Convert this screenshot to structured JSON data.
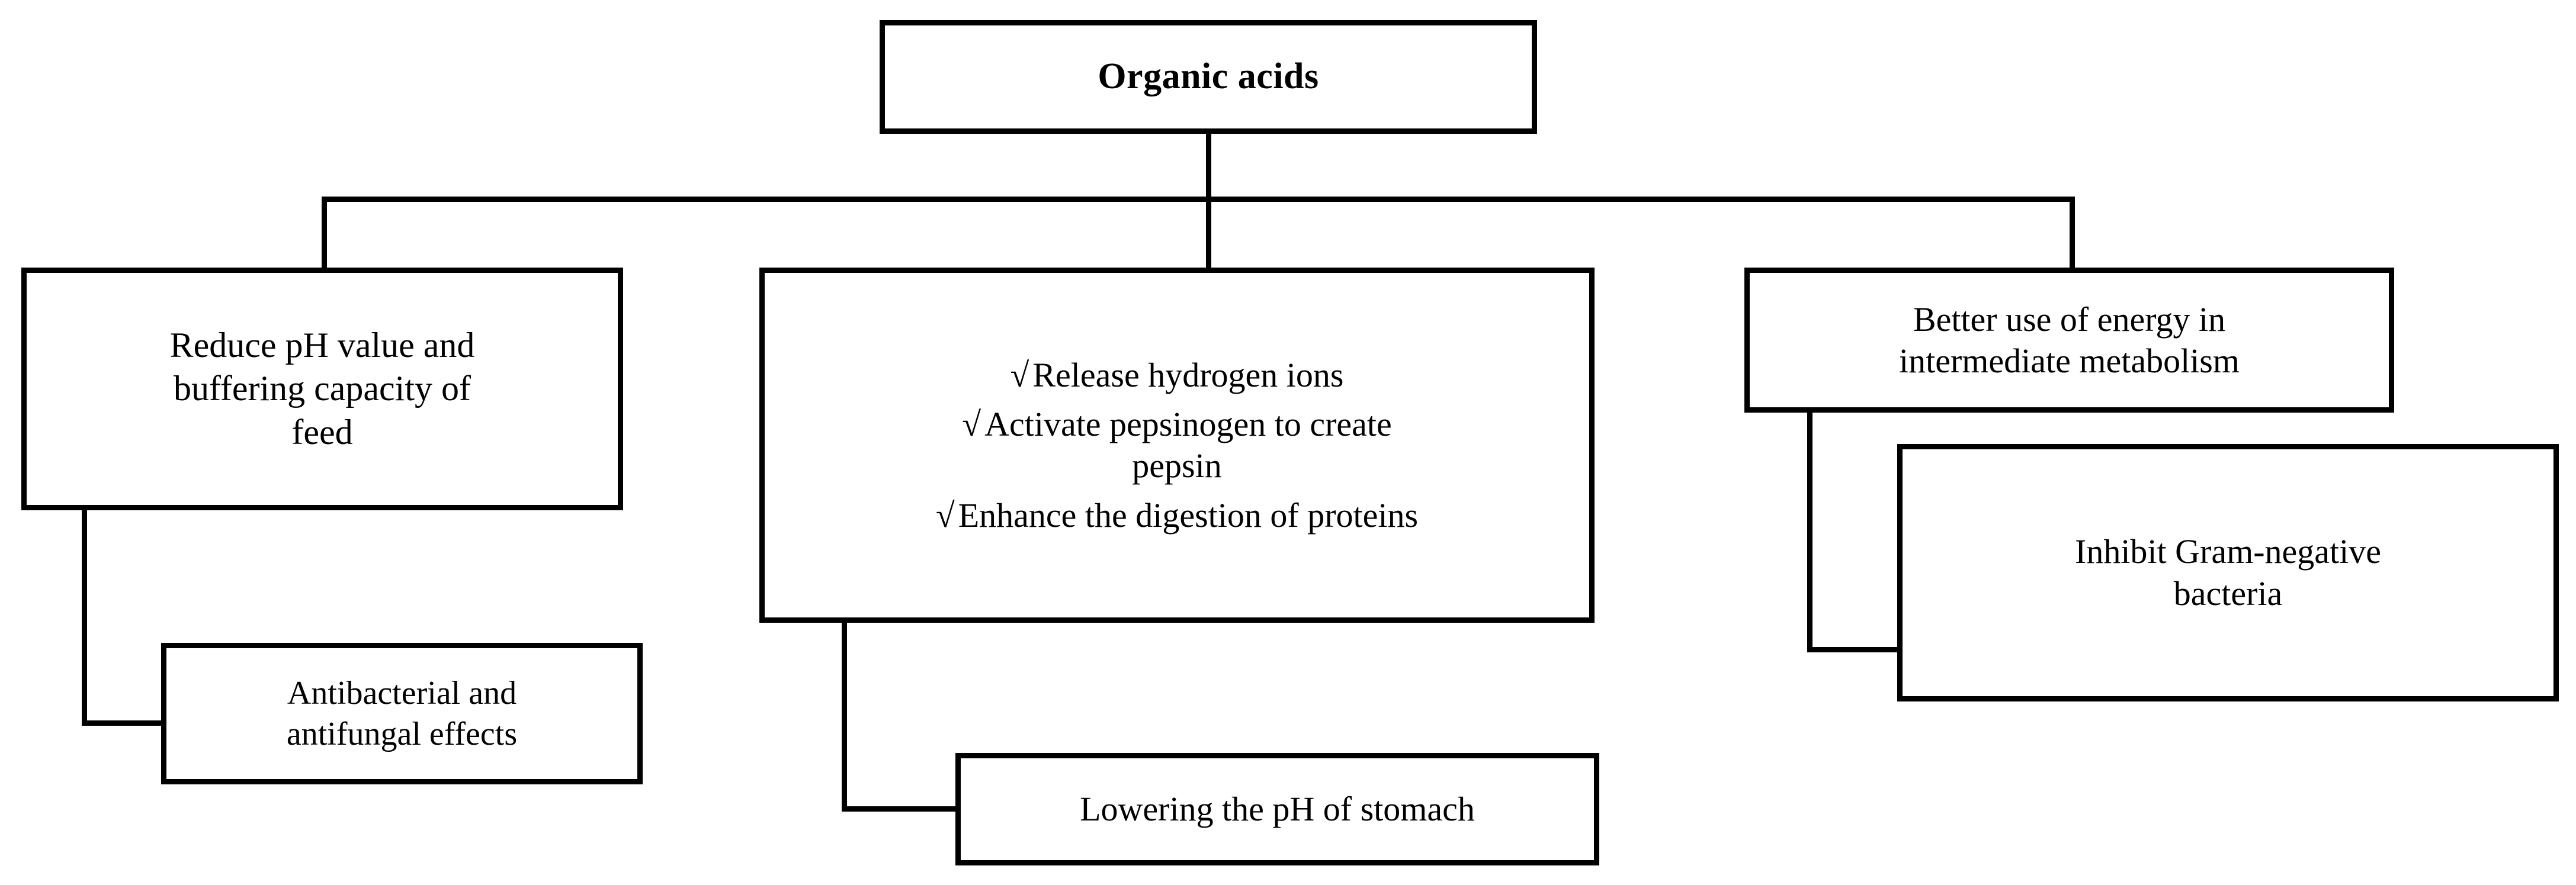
{
  "diagram": {
    "title": "Organic acids mode of action flowchart",
    "type": "flowchart",
    "orientation": "top-down",
    "line_color": "#000000",
    "box_fill": "#ffffff",
    "box_border_color": "#000000"
  },
  "nodes": {
    "root": {
      "label": "Organic acids"
    },
    "reduce_ph": {
      "label": "Reduce pH value and\nbuffering capacity of\nfeed"
    },
    "gastric": {
      "bullet_mark": "√",
      "items": [
        "Release hydrogen ions",
        "Activate pepsinogen to create\npepsin",
        "Enhance the digestion of proteins"
      ]
    },
    "energy": {
      "label": "Better use of energy in\nintermediate metabolism"
    },
    "antimicrobial": {
      "label": "Antibacterial and\nantifungal effects"
    },
    "stomach_ph": {
      "label": "Lowering the pH of stomach"
    },
    "gram_negative": {
      "label": "Inhibit Gram-negative\nbacteria"
    }
  },
  "edges": [
    {
      "from": "root",
      "to": "reduce_ph"
    },
    {
      "from": "root",
      "to": "gastric"
    },
    {
      "from": "root",
      "to": "energy"
    },
    {
      "from": "reduce_ph",
      "to": "antimicrobial"
    },
    {
      "from": "gastric",
      "to": "stomach_ph"
    },
    {
      "from": "energy",
      "to": "gram_negative"
    }
  ]
}
